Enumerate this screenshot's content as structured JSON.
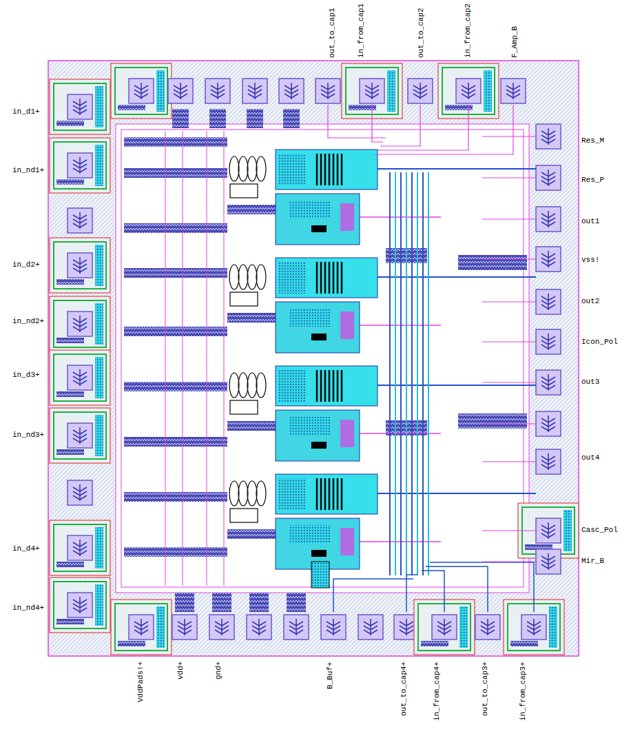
{
  "diagram": {
    "labels": [
      "in_d1+",
      "in_nd1+",
      "in_d2+",
      "in_nd2+",
      "in_d3+",
      "in_nd3+",
      "in_d4+",
      "in_nd4+",
      "out_to_cap1",
      "in_from_cap1",
      "out_to_cap2",
      "in_from_cap2",
      "F_Amp_B",
      "Res_M",
      "Res_P",
      "out1",
      "vss!",
      "out2",
      "Icon_Pol",
      "out3",
      "out4",
      "Casc_Pol",
      "Mir_B",
      "VddPads!+",
      "vdd+",
      "gnd+",
      "B_Buf+",
      "out_to_cap4+",
      "in_from_cap4+",
      "out_to_cap3+",
      "in_from_cap3+"
    ]
  }
}
